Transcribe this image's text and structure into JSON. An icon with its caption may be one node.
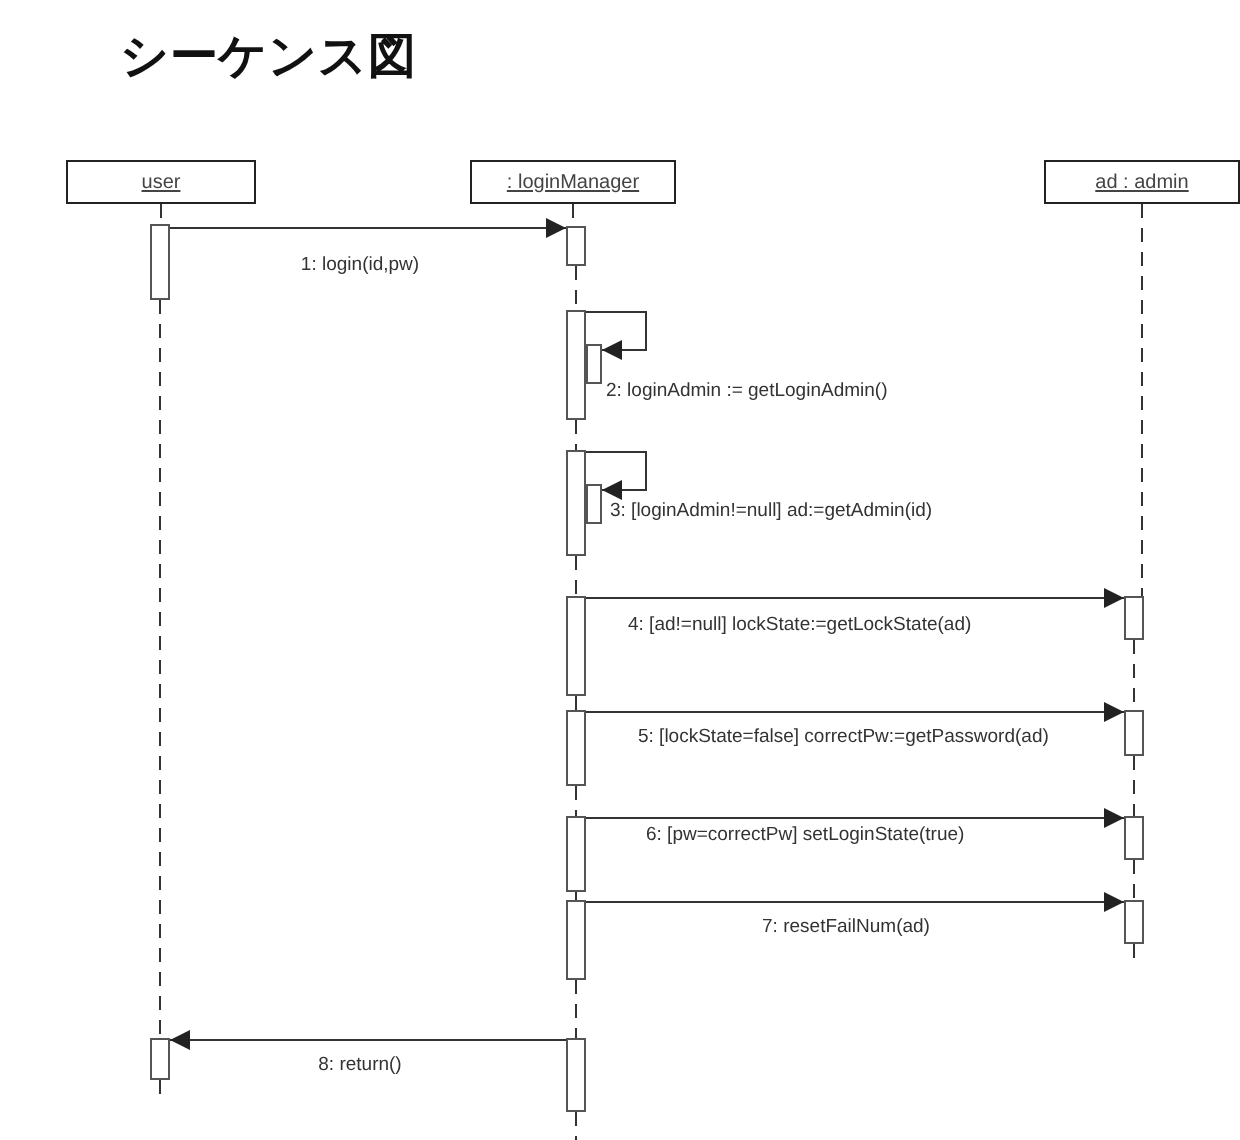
{
  "diagram": {
    "title": "シーケンス図",
    "nodes": [
      {
        "text": [
          "user"
        ]
      },
      {
        "text": [
          ": loginManager"
        ]
      },
      {
        "text": [
          "ad : admin"
        ]
      },
      {
        "text": [],
        "shape": "bar"
      },
      {
        "text": [],
        "shape": "bar"
      },
      {
        "text": [],
        "shape": "bar"
      },
      {
        "text": [],
        "shape": "bar"
      },
      {
        "text": [],
        "shape": "bar"
      },
      {
        "text": [],
        "shape": "bar"
      },
      {
        "text": [],
        "shape": "bar"
      },
      {
        "text": [],
        "shape": "bar"
      },
      {
        "text": [],
        "shape": "bar"
      },
      {
        "text": [],
        "shape": "bar"
      },
      {
        "text": [],
        "shape": "bar"
      },
      {
        "text": [],
        "shape": "bar"
      },
      {
        "text": [],
        "shape": "bar"
      },
      {
        "text": [],
        "shape": "bar"
      },
      {
        "text": [],
        "shape": "bar"
      },
      {
        "text": [],
        "shape": "bar"
      }
    ],
    "edges": [
      {
        "from": 3,
        "to": 4,
        "arrow": "to",
        "label": "1: login(id,pw)"
      },
      {
        "from": 5,
        "to": 6,
        "arrow": "to",
        "label": "2: loginAdmin := getLoginAdmin()"
      },
      {
        "from": 7,
        "to": 8,
        "arrow": "to",
        "label": "3: [loginAdmin!=null] ad:=getAdmin(id)"
      },
      {
        "from": 9,
        "to": 10,
        "arrow": "to",
        "label": "4: [ad!=null] lockState:=getLockState(ad)"
      },
      {
        "from": 11,
        "to": 12,
        "arrow": "to",
        "label": "5: [lockState=false] correctPw:=getPassword(ad)"
      },
      {
        "from": 13,
        "to": 14,
        "arrow": "to",
        "label": "6: [pw=correctPw] setLoginState(true)"
      },
      {
        "from": 15,
        "to": 16,
        "arrow": "to",
        "label": "7: resetFailNum(ad)"
      },
      {
        "from": 17,
        "to": 18,
        "arrow": "to",
        "label": "8: return()"
      },
      {
        "from": 0,
        "to": 3,
        "arrow": "none",
        "style": "dashed"
      },
      {
        "from": 3,
        "to": 18,
        "arrow": "none",
        "style": "dashed"
      },
      {
        "from": 18,
        "to": null,
        "arrow": "none",
        "style": "dashed"
      },
      {
        "from": 1,
        "to": 4,
        "arrow": "none",
        "style": "dashed"
      },
      {
        "from": 4,
        "to": 5,
        "arrow": "none",
        "style": "dashed"
      },
      {
        "from": 5,
        "to": 7,
        "arrow": "none",
        "style": "dashed"
      },
      {
        "from": 7,
        "to": 9,
        "arrow": "none",
        "style": "dashed"
      },
      {
        "from": 9,
        "to": 11,
        "arrow": "none",
        "style": "dashed"
      },
      {
        "from": 11,
        "to": 13,
        "arrow": "none",
        "style": "dashed"
      },
      {
        "from": 13,
        "to": 15,
        "arrow": "none",
        "style": "dashed"
      },
      {
        "from": 15,
        "to": 17,
        "arrow": "none",
        "style": "dashed"
      },
      {
        "from": 17,
        "to": null,
        "arrow": "none",
        "style": "dashed"
      },
      {
        "from": 2,
        "to": 10,
        "arrow": "none",
        "style": "dashed"
      },
      {
        "from": 10,
        "to": 12,
        "arrow": "none",
        "style": "dashed"
      },
      {
        "from": 12,
        "to": 14,
        "arrow": "none",
        "style": "dashed"
      },
      {
        "from": 14,
        "to": 16,
        "arrow": "none",
        "style": "dashed"
      },
      {
        "from": 16,
        "to": null,
        "arrow": "none",
        "style": "dashed"
      }
    ]
  }
}
